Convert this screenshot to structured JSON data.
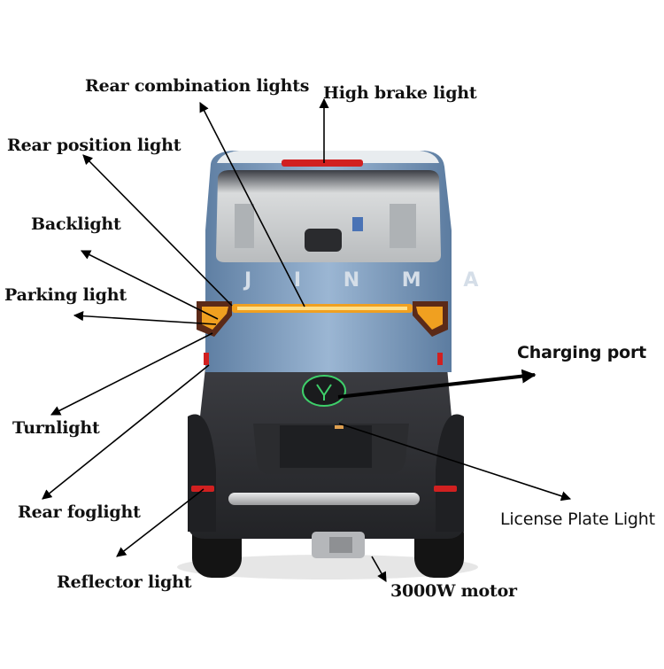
{
  "diagram": {
    "vehicle_brand_text": "J I N M A",
    "labels": {
      "rear_combination_lights": "Rear combination lights",
      "high_brake_light": "High brake light",
      "rear_position_light": "Rear position light",
      "backlight": "Backlight",
      "parking_light": "Parking light",
      "charging_port": "Charging port",
      "turnlight": "Turnlight",
      "rear_foglight": "Rear foglight",
      "license_plate_light": "License Plate Light",
      "reflector_light": "Reflector light",
      "motor": "3000W motor"
    }
  },
  "colors": {
    "body_blue": "#7f9fc2",
    "body_dark": "#2e2f33",
    "light_amber": "#f0a020",
    "light_red": "#d12020",
    "arrow": "#000000"
  }
}
